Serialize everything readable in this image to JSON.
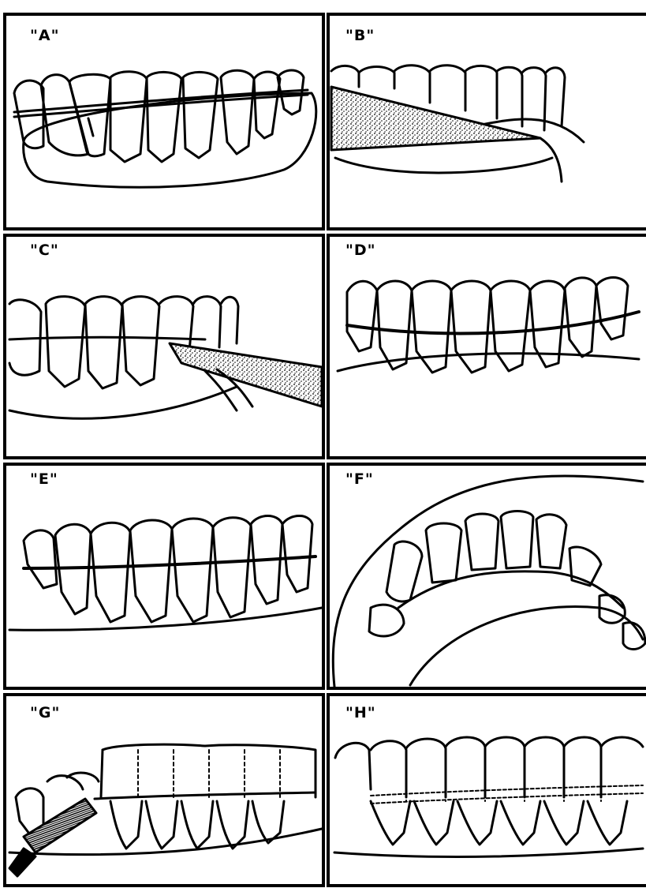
{
  "figure": {
    "panels": [
      {
        "id": "A",
        "label": "\"A\""
      },
      {
        "id": "B",
        "label": "\"B\""
      },
      {
        "id": "C",
        "label": "\"C\""
      },
      {
        "id": "D",
        "label": "\"D\""
      },
      {
        "id": "E",
        "label": "\"E\""
      },
      {
        "id": "F",
        "label": "\"F\""
      },
      {
        "id": "G",
        "label": "\"G\""
      },
      {
        "id": "H",
        "label": "\"H\""
      }
    ]
  },
  "colors": {
    "ink": "#000000",
    "paper": "#ffffff",
    "stipple": "#555555"
  }
}
